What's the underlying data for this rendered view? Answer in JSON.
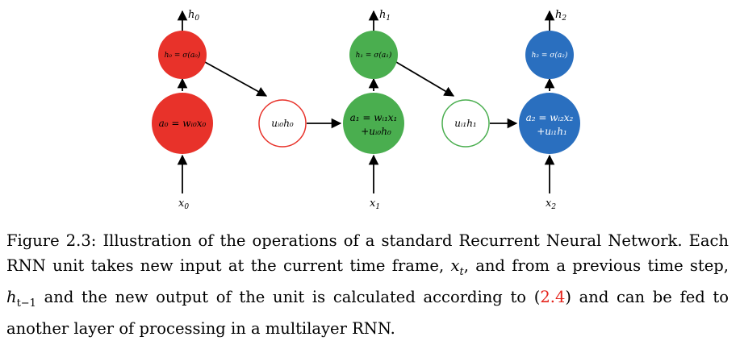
{
  "colors": {
    "red": "#e8322a",
    "green": "#4aae4f",
    "blue": "#2a6fbf",
    "ref": "#e4221a"
  },
  "units": [
    {
      "output_label": "h",
      "output_sub": "0",
      "activation_text": "h₀ = σ(a₀)",
      "sum_line1": "a₀ = wᵢ₀x₀",
      "sum_line2": "",
      "input_label": "x",
      "input_sub": "0",
      "color": "red"
    },
    {
      "output_label": "h",
      "output_sub": "1",
      "activation_text": "h₁ = σ(a₁)",
      "sum_line1": "a₁ = wᵢ₁x₁",
      "sum_line2": "+uᵢ₀h₀",
      "input_label": "x",
      "input_sub": "1",
      "color": "green"
    },
    {
      "output_label": "h",
      "output_sub": "2",
      "activation_text": "h₂ = σ(a₂)",
      "sum_line1": "a₂ = wᵢ₂x₂",
      "sum_line2": "+uᵢ₁h₁",
      "input_label": "x",
      "input_sub": "2",
      "color": "blue"
    }
  ],
  "recurrent": [
    {
      "text": "uᵢ₀h₀",
      "color": "red"
    },
    {
      "text": "uᵢ₁h₁",
      "color": "green"
    }
  ],
  "caption": {
    "prefix": "Figure 2.3: Illustration of the operations of a standard Recurrent Neural Network. Each RNN unit takes new input at the current time frame, ",
    "x_t": "x",
    "x_t_sub": "t",
    "middle": ", and from a previous time step, ",
    "h_prev": "h",
    "h_prev_sub": "t−1",
    "after_h": " and the new output of the unit is calculated according to (",
    "ref": "2.4",
    "suffix": ") and can be fed to another layer of processing in a multilayer RNN."
  }
}
